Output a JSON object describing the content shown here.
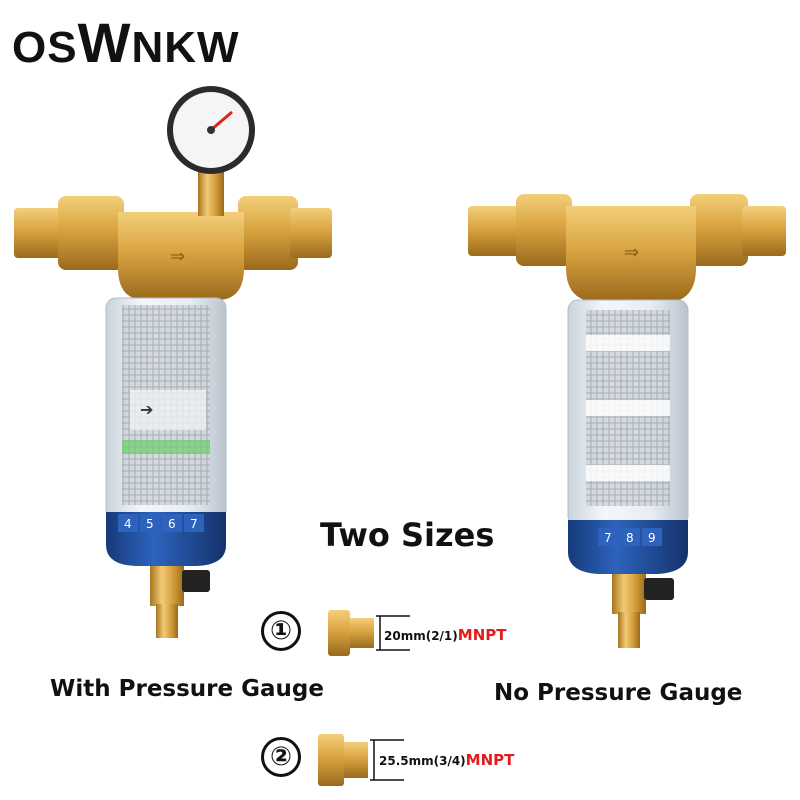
{
  "brand": {
    "first": "OS",
    "mid": "W",
    "last": "NKW"
  },
  "title": "Two Sizes",
  "left_caption": "With Pressure Gauge",
  "right_caption": "No Pressure Gauge",
  "sizes": [
    {
      "badge": "①",
      "dimension": "20mm(2/1)",
      "thread": "MNPT"
    },
    {
      "badge": "②",
      "dimension": "25.5mm(3/4)",
      "thread": "MNPT"
    }
  ],
  "scale_left": [
    "4",
    "5",
    "6",
    "7"
  ],
  "scale_right": [
    "7",
    "8",
    "9"
  ],
  "colors": {
    "brass": "#d9a441",
    "blue": "#1f4fa0",
    "red": "#e21b1b"
  }
}
